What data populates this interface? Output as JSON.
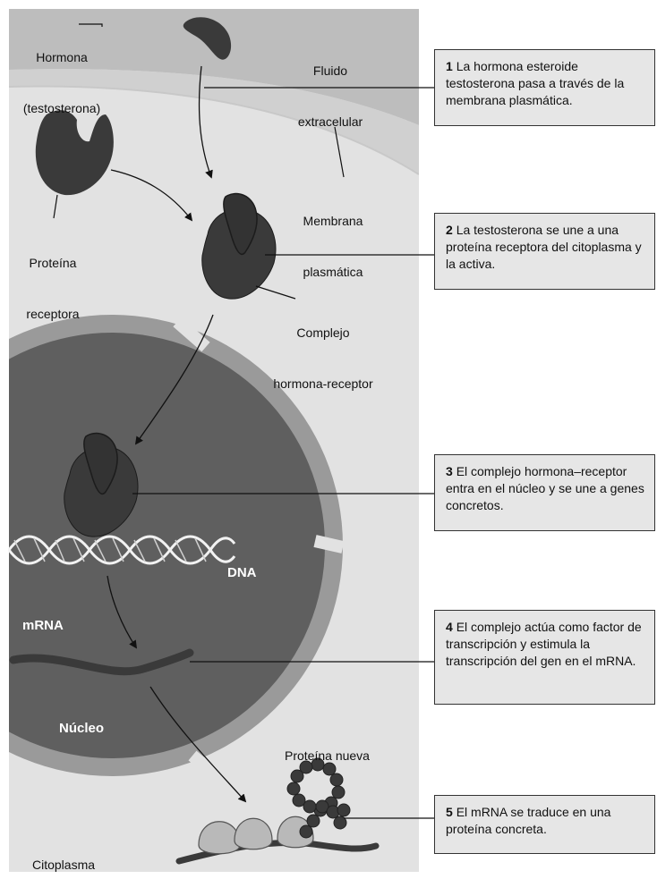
{
  "labels": {
    "hormone": "Hormona",
    "hormone_sub": "(testosterona)",
    "fluid_1": "Fluido",
    "fluid_2": "extracelular",
    "membrane_1": "Membrana",
    "membrane_2": "plasmática",
    "receptor_1": "Proteína",
    "receptor_2": "receptora",
    "complex_1": "Complejo",
    "complex_2": "hormona-receptor",
    "dna": "DNA",
    "mrna": "mRNA",
    "nucleus": "Núcleo",
    "new_protein": "Proteína nueva",
    "cytoplasm": "Citoplasma"
  },
  "steps": [
    {
      "num": "1",
      "text": "La hormona esteroide testosterona pasa a través de la membrana plasmática."
    },
    {
      "num": "2",
      "text": "La testosterona se une a una proteína receptora del citoplasma y la activa."
    },
    {
      "num": "3",
      "text": "El complejo hormona–receptor entra en el núcleo y se une a genes concretos."
    },
    {
      "num": "4",
      "text": "El complejo actúa como factor de transcripción y estimula la transcripción del gen en el mRNA."
    },
    {
      "num": "5",
      "text": "El mRNA se traduce en una proteína concreta."
    }
  ],
  "colors": {
    "extracellular": "#bdbdbd",
    "cytoplasm": "#e2e2e2",
    "nuclear_envelope": "#9a9a9a",
    "nucleus": "#5f5f5f",
    "molecule": "#3a3a3a"
  }
}
